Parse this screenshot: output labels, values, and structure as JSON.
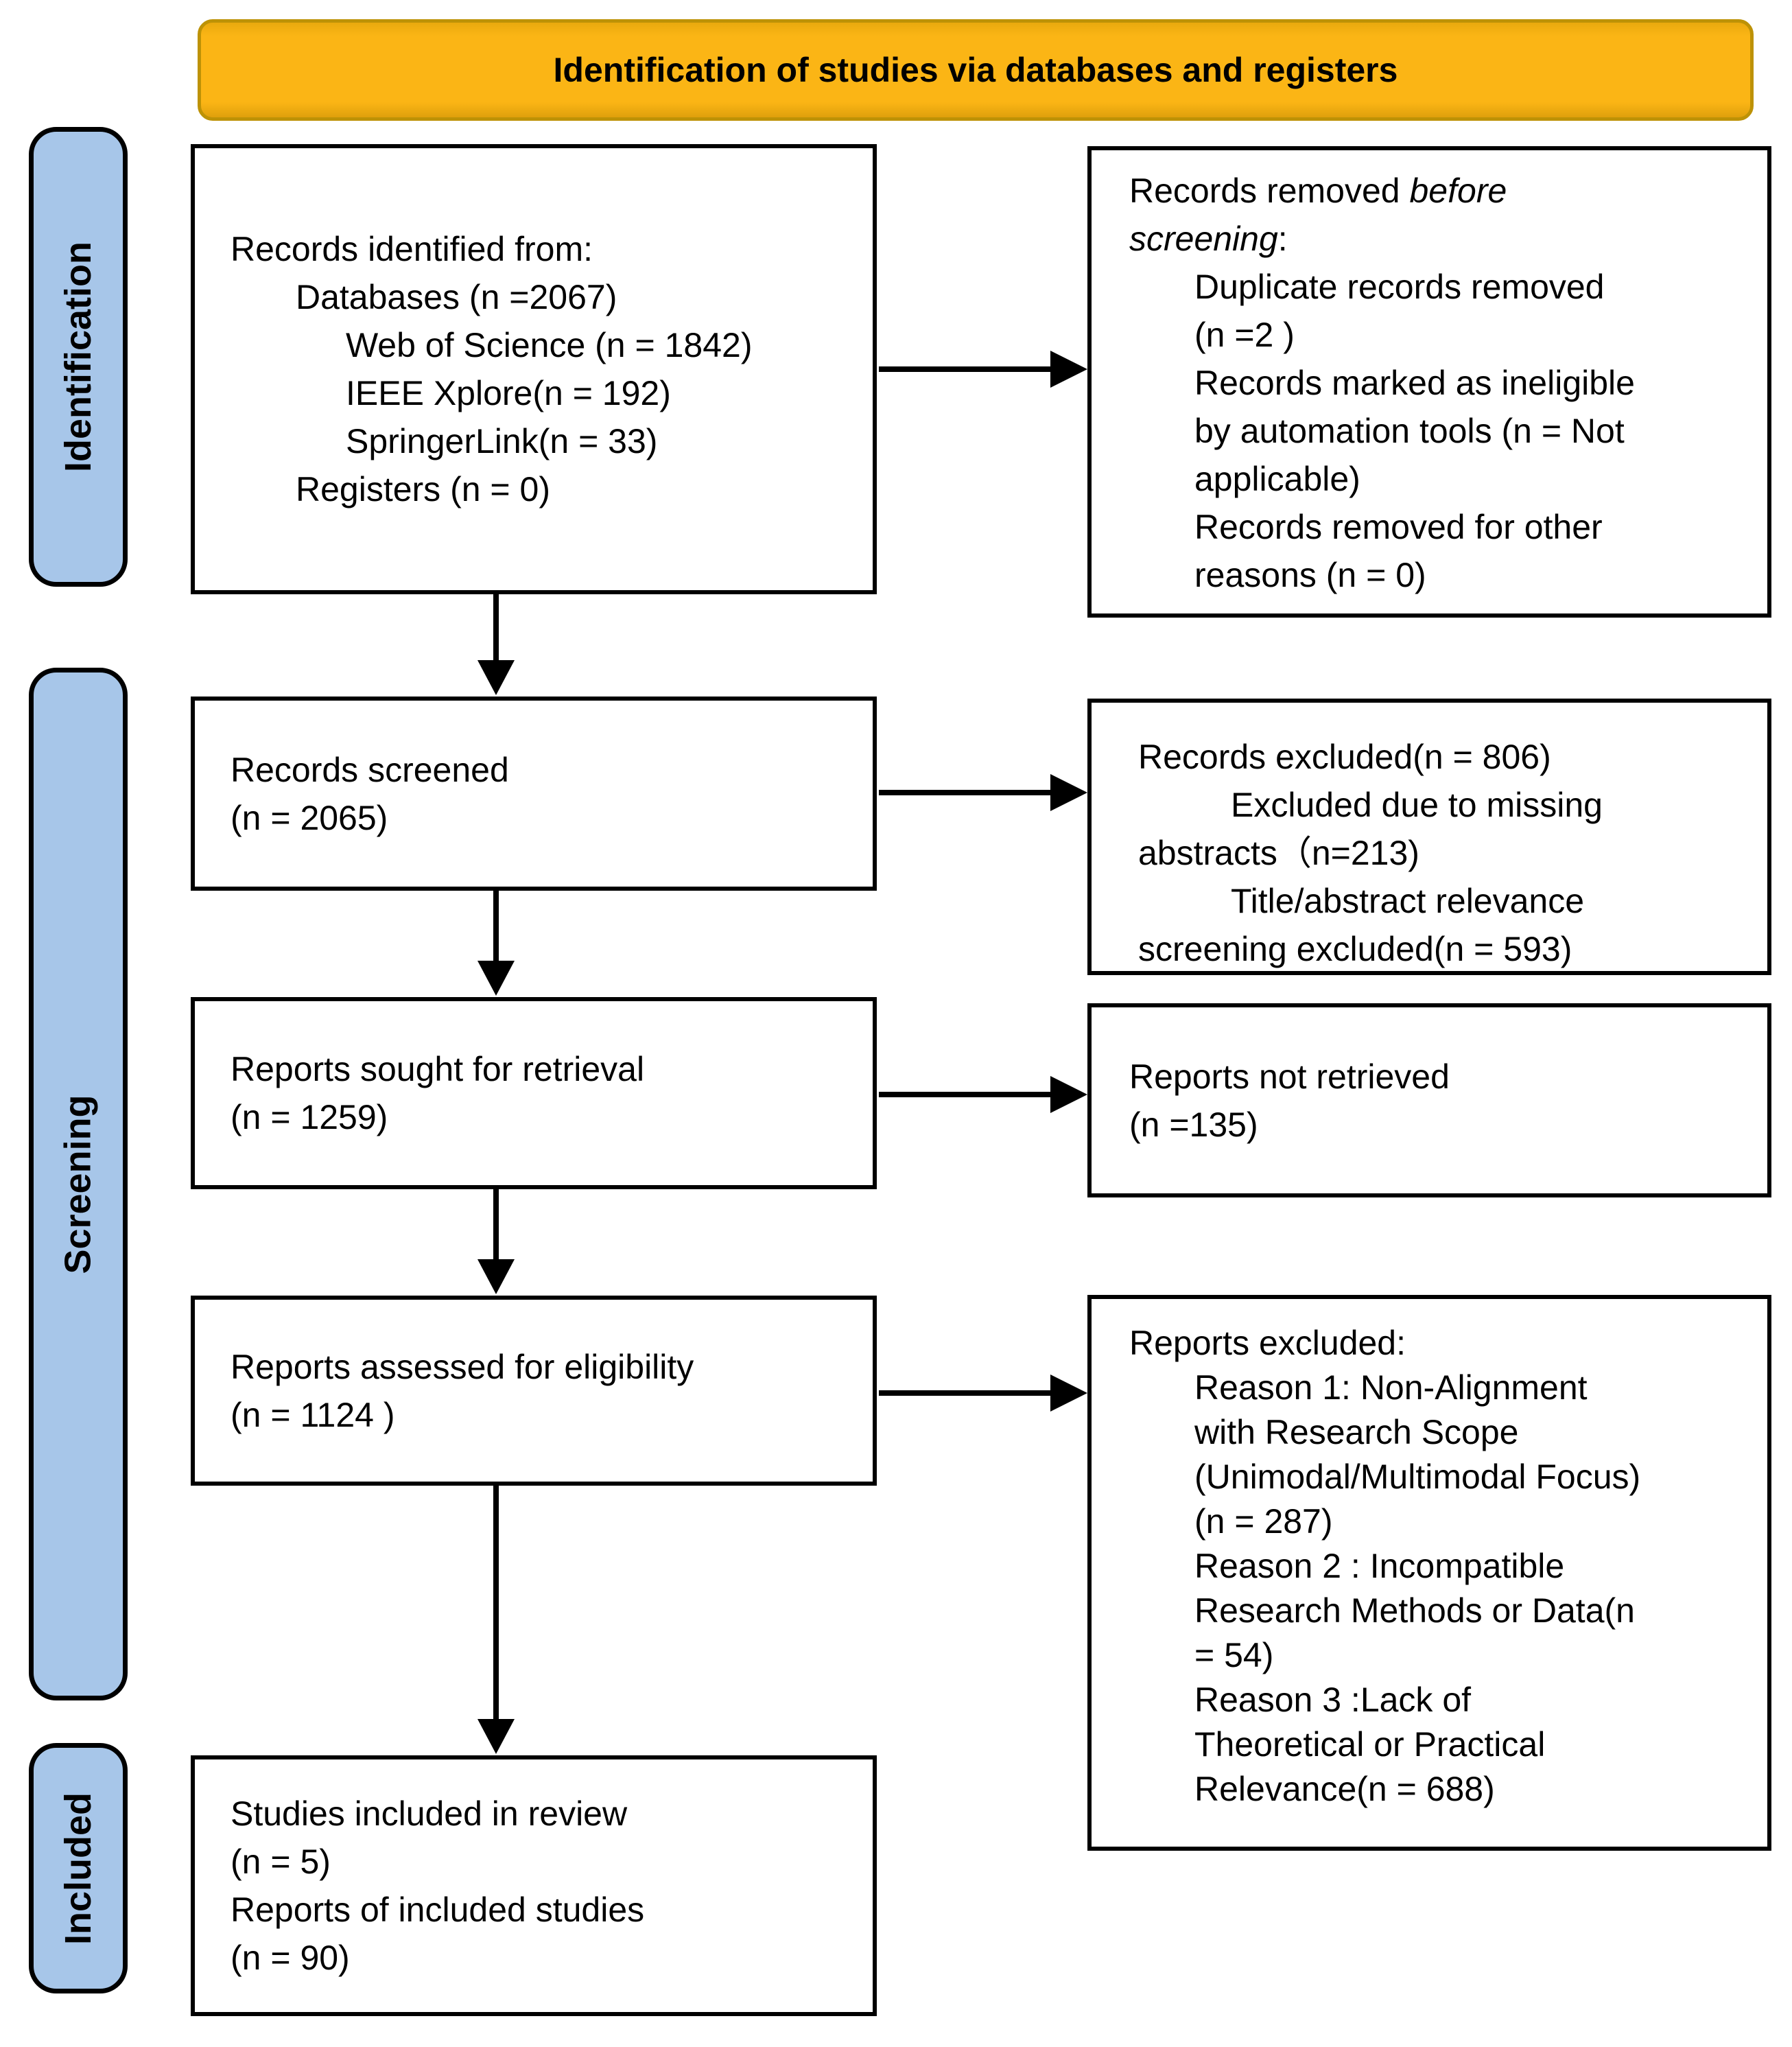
{
  "banner": {
    "title": "Identification of studies via databases and registers"
  },
  "stages": [
    {
      "label": "Identification"
    },
    {
      "label": "Screening"
    },
    {
      "label": "Included"
    }
  ],
  "colors": {
    "banner_fill": "#fbb515",
    "banner_border": "#bd9206",
    "stage_fill": "#a7c6e9",
    "box_border": "#000000",
    "background": "#ffffff"
  },
  "boxes": {
    "records_identified": {
      "lines": [
        "Records identified from:",
        "Databases (n =2067)",
        "Web of Science (n = 1842)",
        "IEEE Xplore(n = 192)",
        "SpringerLink(n = 33)",
        "Registers (n = 0)"
      ]
    },
    "records_removed": {
      "title_normal": "Records removed ",
      "title_italic": "before",
      "title2_italic": "screening",
      "title2_suffix": ":",
      "items": [
        "Duplicate records removed",
        "(n =2 )",
        "Records marked as ineligible",
        "by automation tools (n = Not",
        "applicable)",
        "Records removed for other",
        "reasons (n = 0)"
      ]
    },
    "records_screened": {
      "lines": [
        "Records screened",
        "(n = 2065)"
      ]
    },
    "records_excluded": {
      "lines": [
        "Records excluded(n = 806)",
        "Excluded due to missing",
        "abstracts（n=213)",
        "Title/abstract relevance",
        "screening excluded(n = 593)"
      ]
    },
    "reports_sought": {
      "lines": [
        "Reports sought for retrieval",
        "(n = 1259)"
      ]
    },
    "reports_not_retrieved": {
      "lines": [
        "Reports not retrieved",
        "(n =135)"
      ]
    },
    "reports_assessed": {
      "lines": [
        "Reports assessed for eligibility",
        "(n = 1124 )"
      ]
    },
    "reports_excluded": {
      "lines": [
        "Reports excluded:",
        "Reason 1: Non-Alignment",
        "with Research Scope",
        "(Unimodal/Multimodal Focus)",
        "(n = 287)",
        "Reason 2 : Incompatible",
        "Research Methods or Data(n",
        "= 54)",
        "Reason 3 :Lack of",
        "Theoretical or Practical",
        "Relevance(n = 688)"
      ]
    },
    "studies_included": {
      "lines": [
        "Studies included in review",
        "(n = 5)",
        "Reports of included studies",
        "(n = 90)"
      ]
    }
  }
}
